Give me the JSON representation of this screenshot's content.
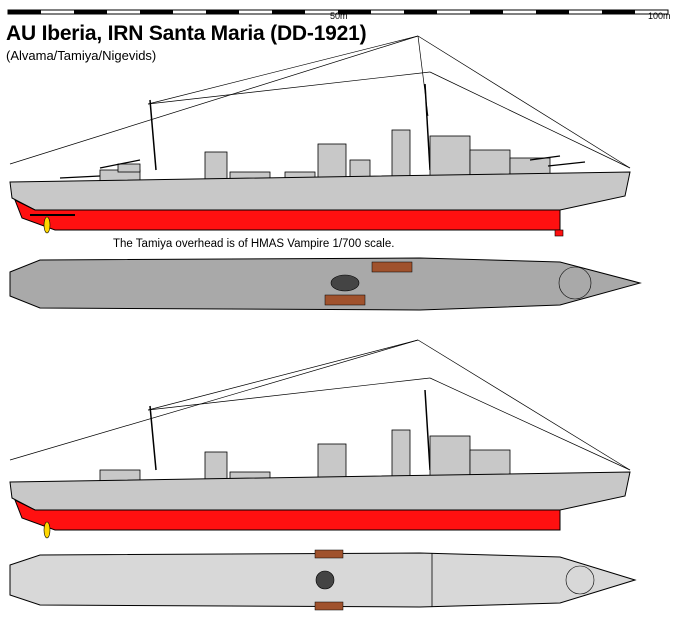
{
  "header": {
    "title": "AU Iberia, IRN Santa Maria (DD-1921)",
    "subtitle": "(Alvama/Tamiya/Nigevids)"
  },
  "scale": {
    "mid_label": "50m",
    "end_label": "100m"
  },
  "caption": "The Tamiya overhead is of HMAS Vampire 1/700 scale.",
  "colors": {
    "hull_grey": "#c8c8c8",
    "deck_grey": "#a9a9a9",
    "boot_red": "#ff1010",
    "line_black": "#000000",
    "deck_planking": "#a0522d",
    "propeller": "#ffd700"
  },
  "views": [
    {
      "kind": "profile",
      "variant": "upper"
    },
    {
      "kind": "overhead",
      "variant": "tamiya"
    },
    {
      "kind": "profile",
      "variant": "lower"
    },
    {
      "kind": "overhead",
      "variant": "alvama"
    }
  ]
}
